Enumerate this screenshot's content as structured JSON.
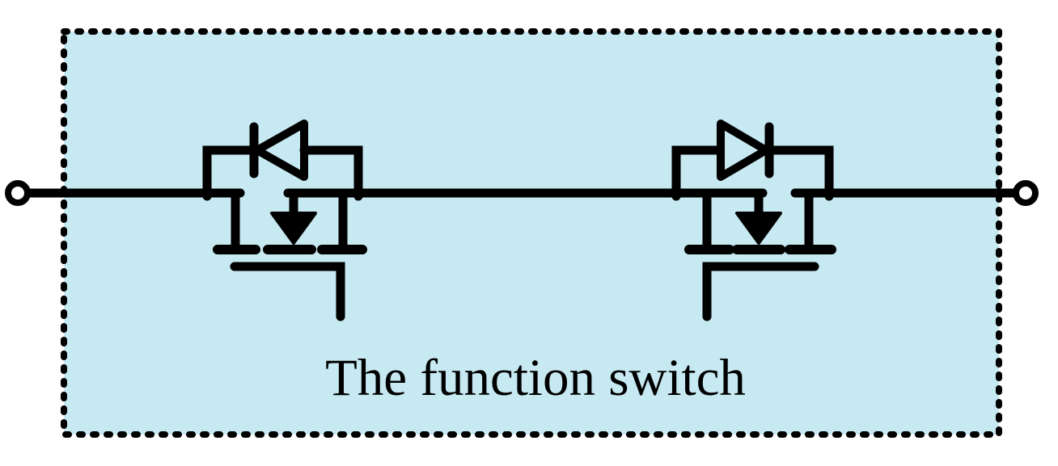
{
  "page": {
    "background_color": "#ffffff"
  },
  "diagram": {
    "label": "The function switch",
    "colors": {
      "box_fill": "#c7e9f1",
      "line": "#000000",
      "terminal_fill": "#ffffff"
    },
    "components": {
      "boundary": "dashed-boundary-box",
      "left_terminal": "open-circle-terminal",
      "right_terminal": "open-circle-terminal",
      "left_mosfet": "mosfet-with-body-diode-pointing-left",
      "right_mosfet": "mosfet-with-body-diode-pointing-right"
    }
  }
}
